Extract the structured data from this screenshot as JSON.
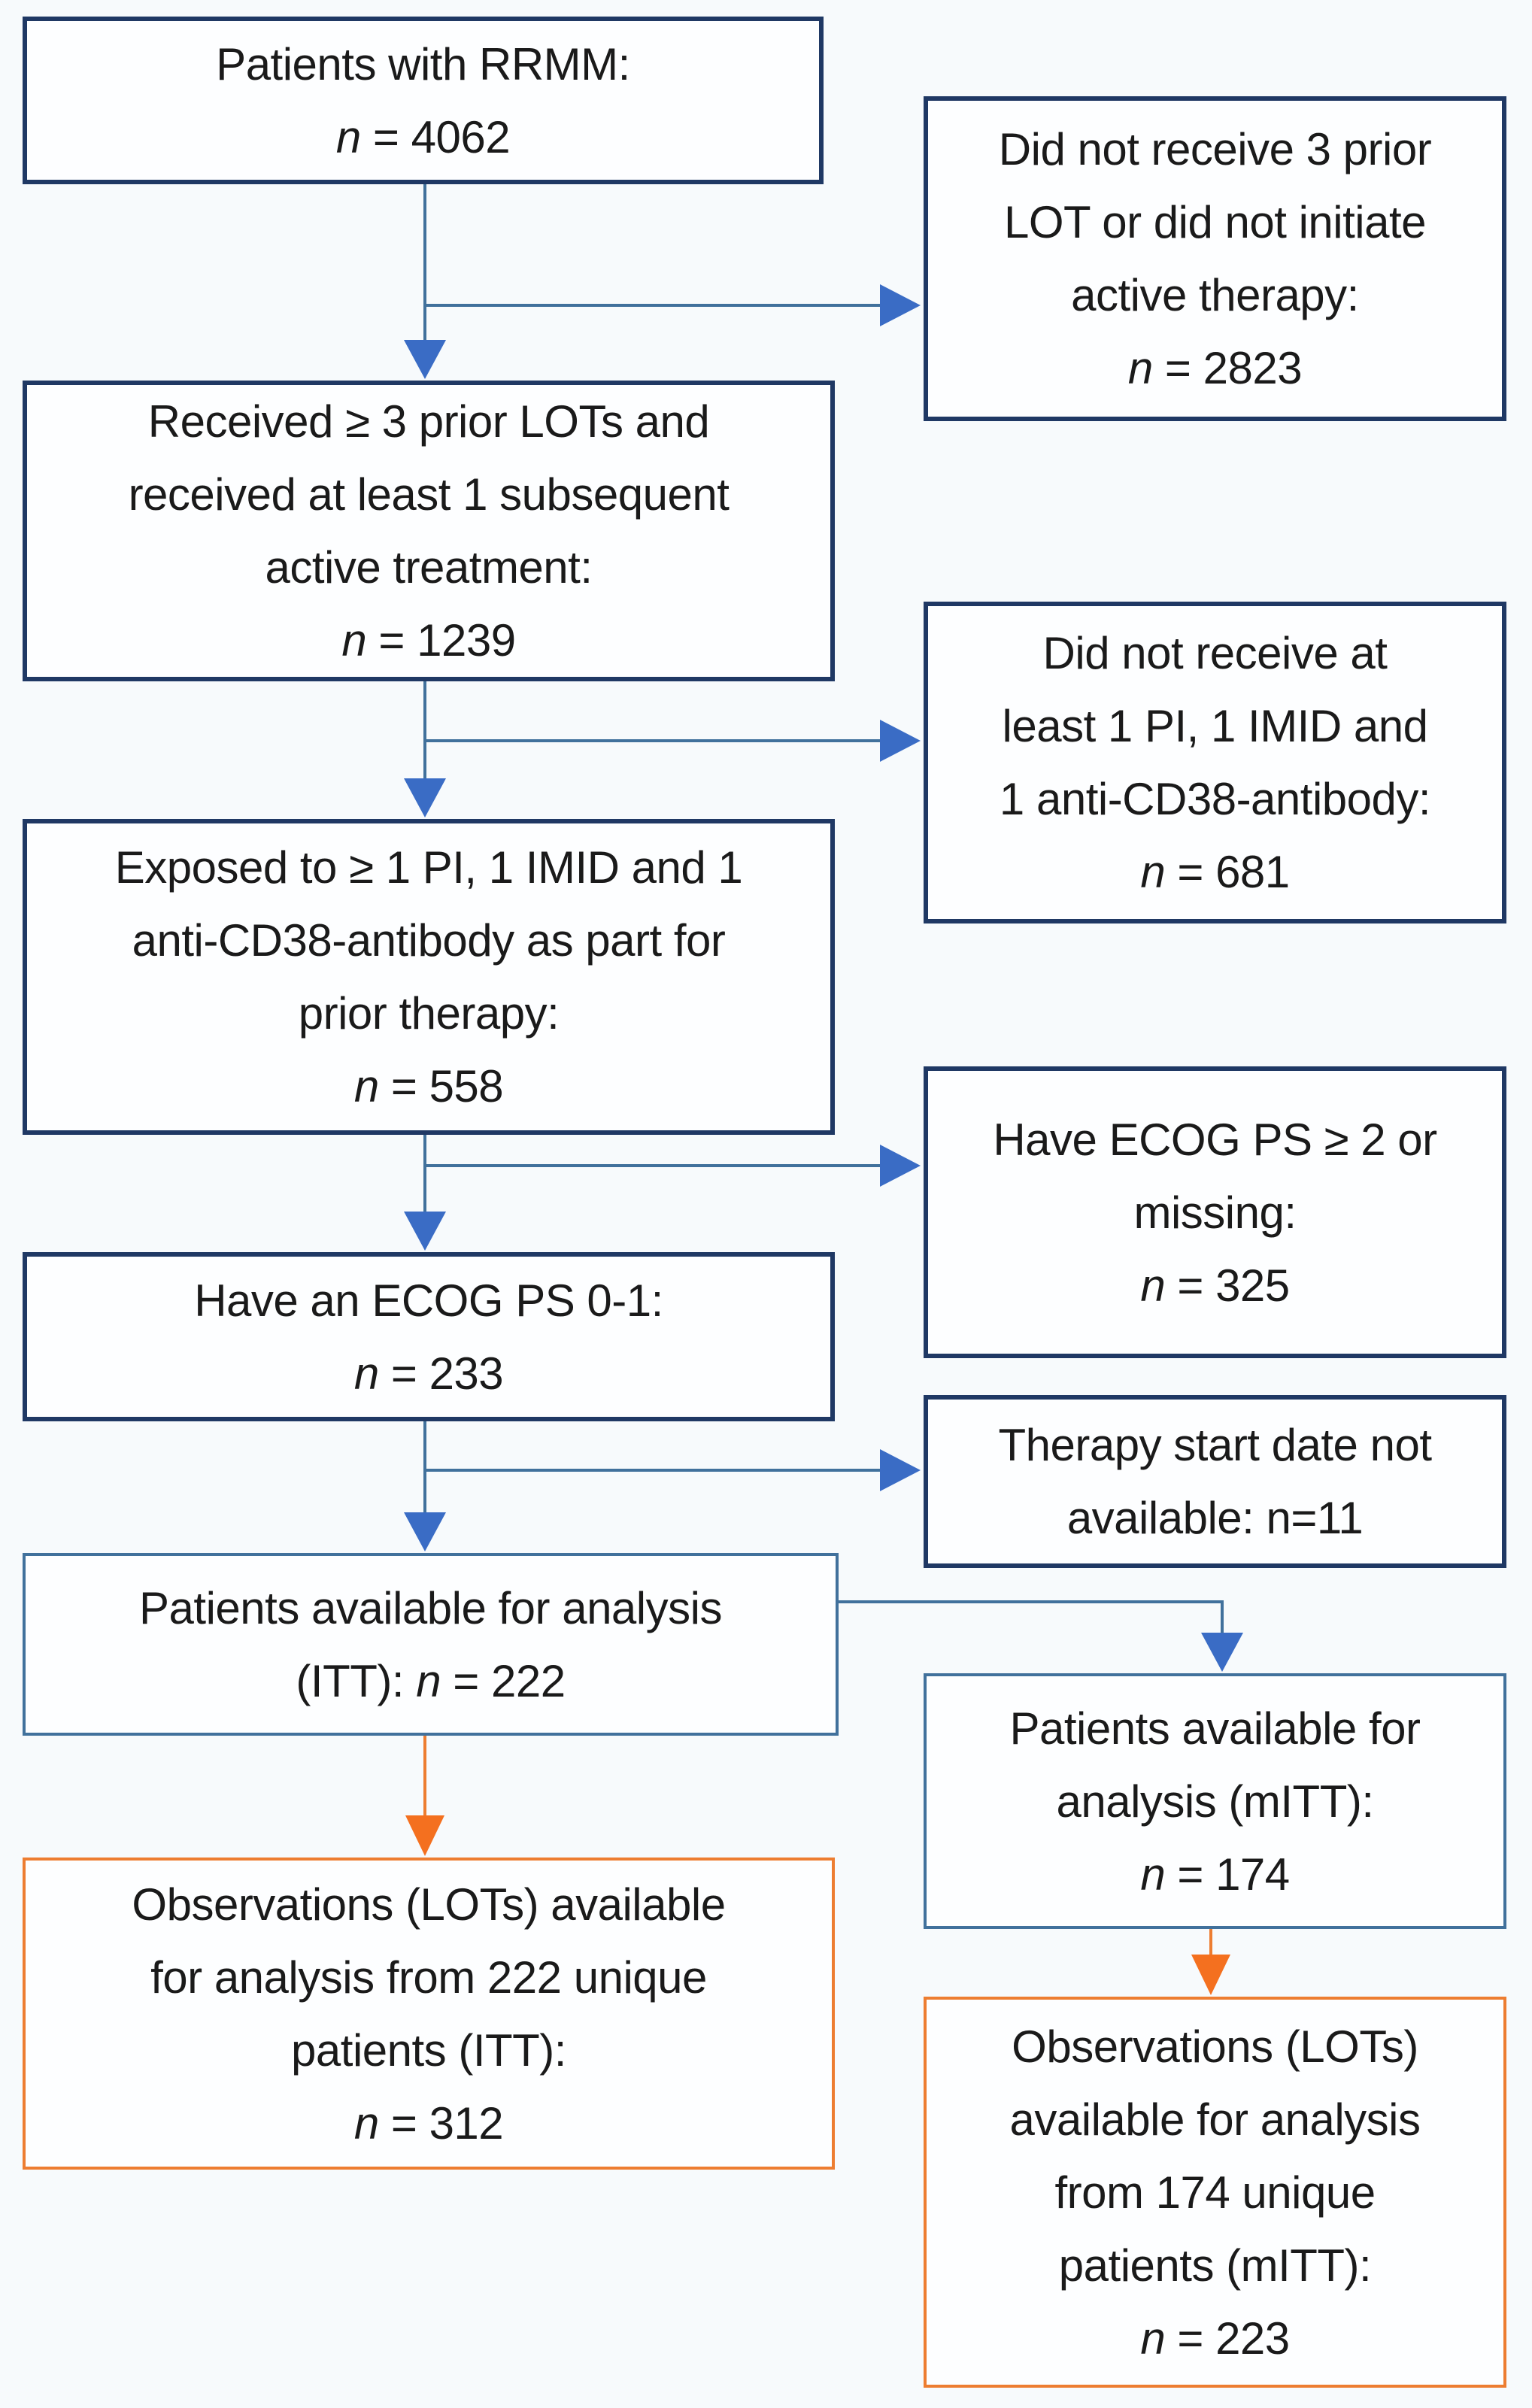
{
  "diagram_type": "patient-attrition-flowchart",
  "colors": {
    "border_dark": "#1f3864",
    "border_medium": "#41719c",
    "connector_blue": "#41719c",
    "arrowhead_blue": "#3a6cc5",
    "orange_border": "#ed7d31",
    "arrowhead_orange": "#f4701f",
    "box_fill": "#fdfeff",
    "page_background": "#f7fafc",
    "text": "#1a1a1a"
  },
  "boxes": {
    "rrmm": {
      "l1": "Patients with RRMM:",
      "n_it": "n",
      "n_rest": " = 4062"
    },
    "excl_lot": {
      "l1": "Did not receive 3 prior",
      "l2": "LOT or did not initiate",
      "l3": "active therapy:",
      "n_it": "n",
      "n_rest": " = 2823"
    },
    "prior_lots": {
      "l1": "Received ≥ 3 prior LOTs and",
      "l2": "received at least 1 subsequent",
      "l3": "active treatment:",
      "n_it": "n",
      "n_rest": " = 1239"
    },
    "excl_pi": {
      "l1": "Did not receive at",
      "l2": "least 1 PI, 1 IMID and",
      "l3": "1 anti-CD38-antibody:",
      "n_it": "n",
      "n_rest": " = 681"
    },
    "exposed": {
      "l1": "Exposed to ≥ 1 PI, 1 IMID and 1",
      "l2": "anti-CD38-antibody as part for",
      "l3": "prior therapy:",
      "n_it": "n",
      "n_rest": " = 558"
    },
    "excl_ecog": {
      "l1": "Have ECOG PS ≥ 2 or",
      "l2": "missing:",
      "n_it": "n",
      "n_rest": " = 325"
    },
    "ecog01": {
      "l1": "Have an ECOG PS 0-1:",
      "n_it": "n",
      "n_rest": " = 233"
    },
    "excl_start": {
      "l1": "Therapy start date not",
      "l2": "available: n=11"
    },
    "itt": {
      "l1": "Patients available for analysis",
      "l2_pre": "(ITT): ",
      "n_it": "n",
      "n_rest": " = 222"
    },
    "mitt": {
      "l1": "Patients available for",
      "l2": "analysis (mITT):",
      "n_it": "n",
      "n_rest": " = 174"
    },
    "obs_itt": {
      "l1": "Observations (LOTs) available",
      "l2": "for analysis from 222 unique",
      "l3": "patients (ITT):",
      "n_it": "n",
      "n_rest": " = 312"
    },
    "obs_mitt": {
      "l1": "Observations (LOTs)",
      "l2": "available for analysis",
      "l3": "from 174 unique",
      "l4": "patients (mITT):",
      "n_it": "n",
      "n_rest": " = 223"
    }
  }
}
